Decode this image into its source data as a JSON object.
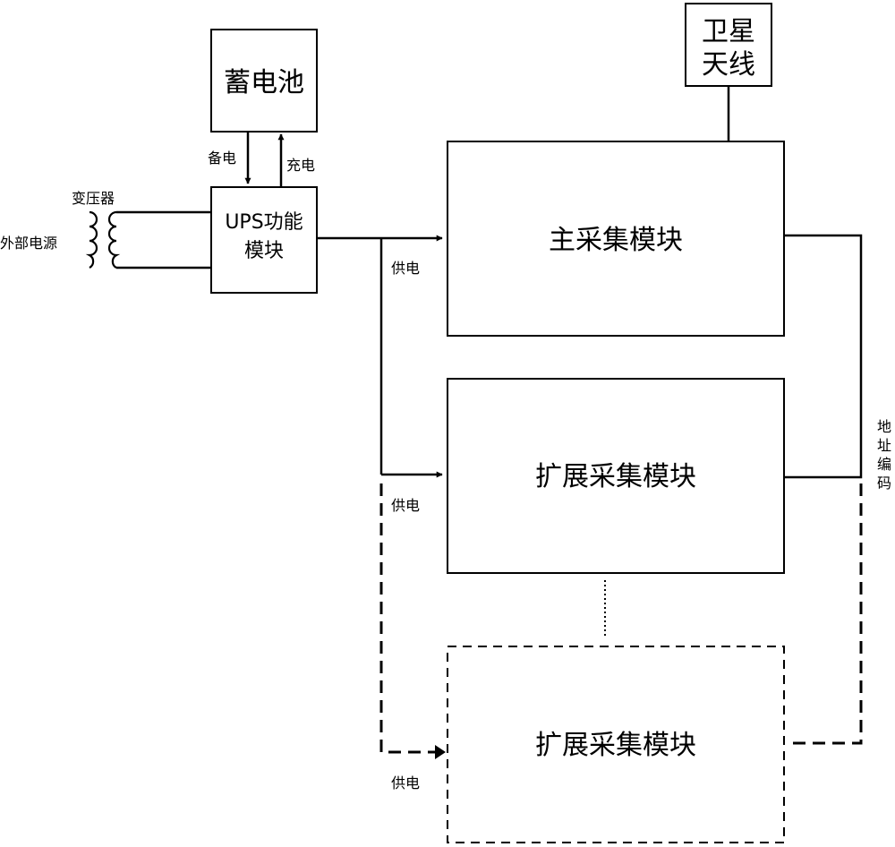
{
  "blocks": {
    "battery": "蓄电池",
    "satellite_antenna": [
      "卫星",
      "天线"
    ],
    "ups": [
      "UPS功能",
      "模块"
    ],
    "main_module": "主采集模块",
    "expansion_module": "扩展采集模块",
    "expansion_module_optional": "扩展采集模块"
  },
  "labels": {
    "transformer": "变压器",
    "external_power": "外部电源",
    "backup_power": "备电",
    "charging": "充电",
    "power_supply_1": "供电",
    "power_supply_2": "供电",
    "power_supply_3": "供电",
    "address_coding": [
      "地",
      "址",
      "编",
      "码"
    ]
  }
}
